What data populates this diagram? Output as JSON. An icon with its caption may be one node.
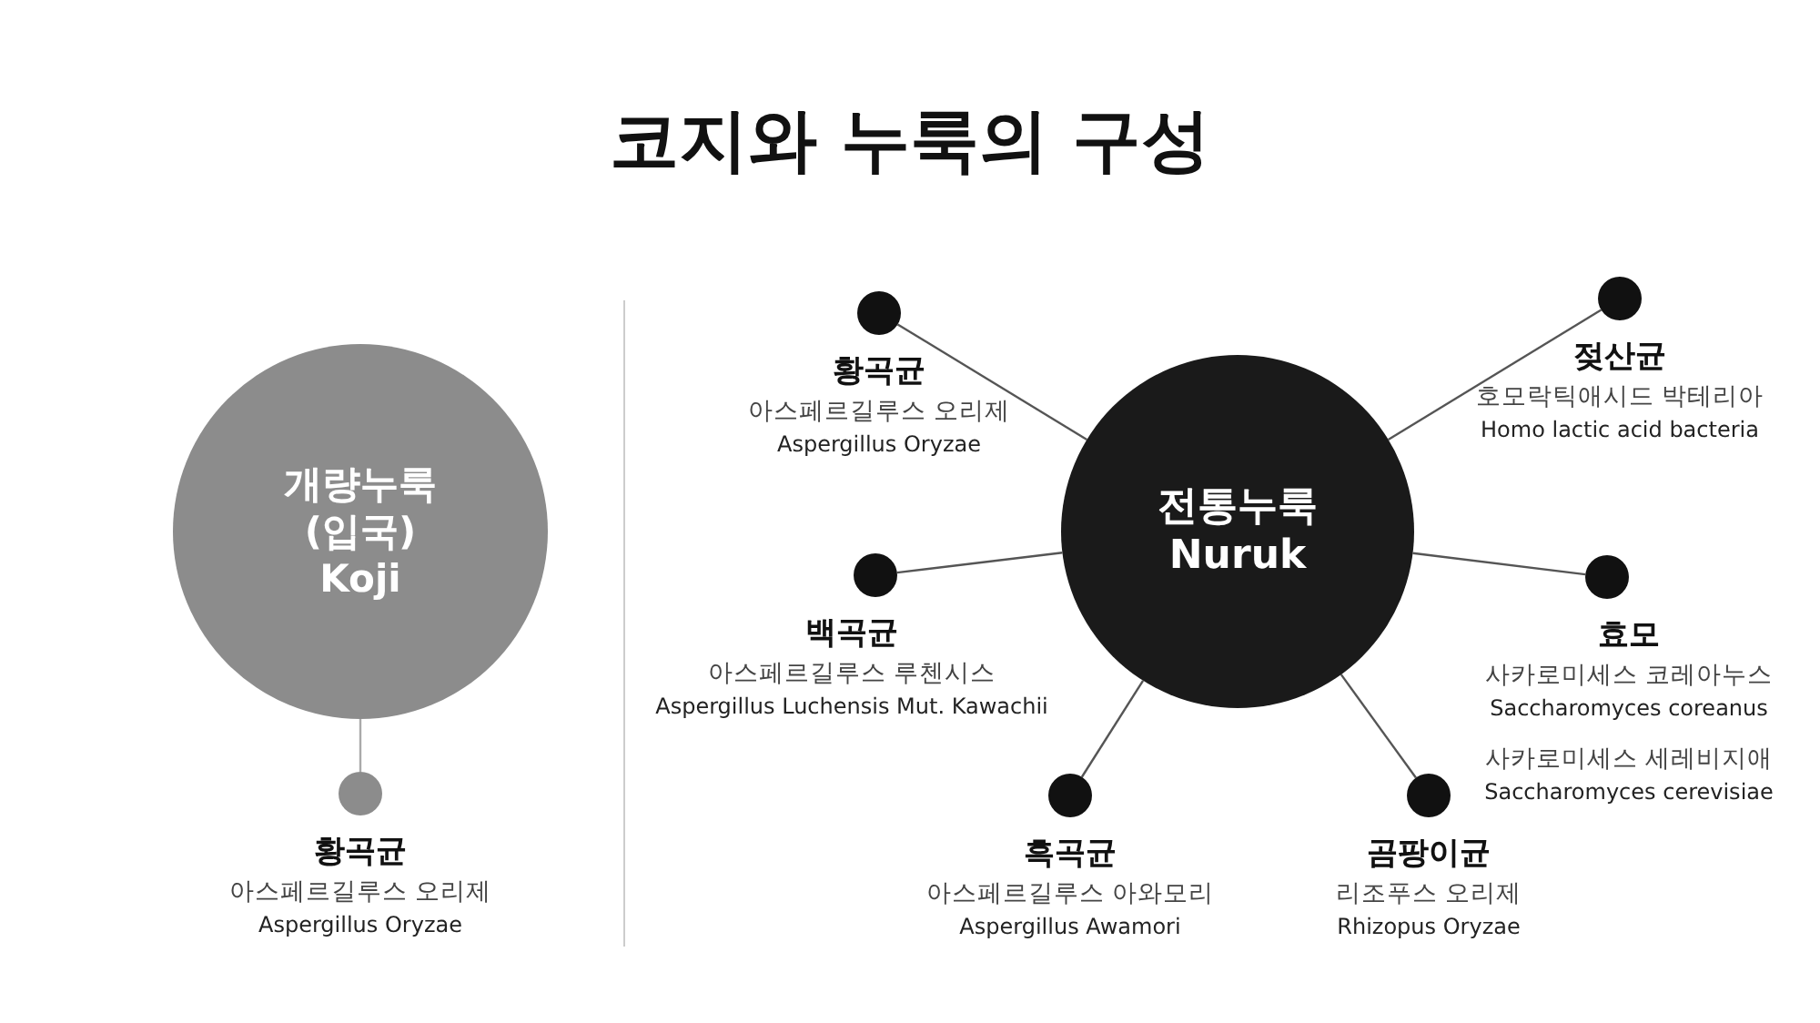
{
  "diagram": {
    "title": "코지와 누룩의 구성",
    "nodes": [
      {
        "text": [
          "개량누룩 (입국) Koji"
        ]
      },
      {
        "text": [],
        "shape": "circle",
        "beside": [
          "황곡균",
          "아스페르길루스 오리제",
          "Aspergillus Oryzae"
        ]
      },
      {
        "text": [
          "전통누룩 Nuruk"
        ]
      },
      {
        "text": [],
        "shape": "circle",
        "beside": [
          "황곡균",
          "아스페르길루스 오리제",
          "Aspergillus Oryzae"
        ]
      },
      {
        "text": [],
        "shape": "circle",
        "beside": [
          "젖산균",
          "호모락틱애시드 박테리아",
          "Homo lactic acid bacteria"
        ]
      },
      {
        "text": [],
        "shape": "circle",
        "beside": [
          "백곡균",
          "아스페르길루스 루첸시스",
          "Aspergillus Luchensis Mut. Kawachii"
        ]
      },
      {
        "text": [],
        "shape": "circle",
        "beside": [
          "효모",
          "사카로미세스 코레아누스",
          "Saccharomyces coreanus",
          "사카로미세스 세레비지애",
          "Saccharomyces cerevisiae"
        ]
      },
      {
        "text": [],
        "shape": "circle",
        "beside": [
          "흑곡균",
          "아스페르길루스 아와모리",
          "Aspergillus Awamori"
        ]
      },
      {
        "text": [],
        "shape": "circle",
        "beside": [
          "곰팡이균",
          "리조푸스 오리제",
          "Rhizopus Oryzae"
        ]
      }
    ],
    "edges": [
      {
        "from": 0,
        "to": 1,
        "arrow": "none",
        "color": "#aaaaaa"
      },
      {
        "from": 2,
        "to": 3,
        "arrow": "none"
      },
      {
        "from": 2,
        "to": 4,
        "arrow": "none"
      },
      {
        "from": 2,
        "to": 5,
        "arrow": "none"
      },
      {
        "from": 2,
        "to": 6,
        "arrow": "none"
      },
      {
        "from": 2,
        "to": 7,
        "arrow": "none"
      },
      {
        "from": 2,
        "to": 8,
        "arrow": "none"
      }
    ]
  }
}
